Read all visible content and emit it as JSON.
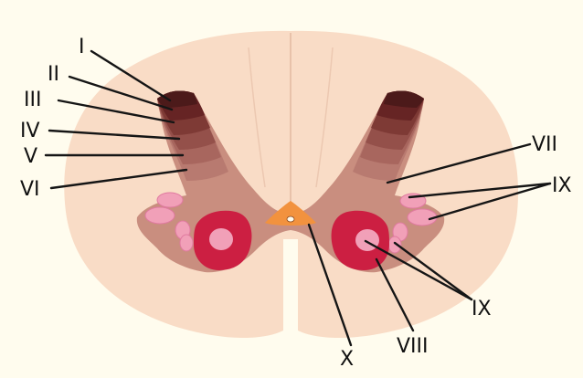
{
  "diagram": {
    "colors": {
      "background": "#fffcee",
      "white_matter": "#f9dcc6",
      "gray_matter": "#c98e7f",
      "lamina_1": "#4c1a1a",
      "lamina_2": "#662424",
      "lamina_3": "#7e3a35",
      "lamina_4": "#94504a",
      "lamina_5": "#a8665e",
      "lamina_6": "#b87a70",
      "lamina_8": "#cc1f42",
      "lamina_9": "#f1a0b8",
      "lamina_10": "#f2923e",
      "pointer": "#151515"
    },
    "labels": {
      "lamina_1": "I",
      "lamina_2": "II",
      "lamina_3": "III",
      "lamina_4": "IV",
      "lamina_5": "V",
      "lamina_6": "VI",
      "lamina_7": "VII",
      "lamina_9_right": "IX",
      "lamina_9_bottom": "IX",
      "lamina_8": "VIII",
      "lamina_10": "X"
    }
  }
}
